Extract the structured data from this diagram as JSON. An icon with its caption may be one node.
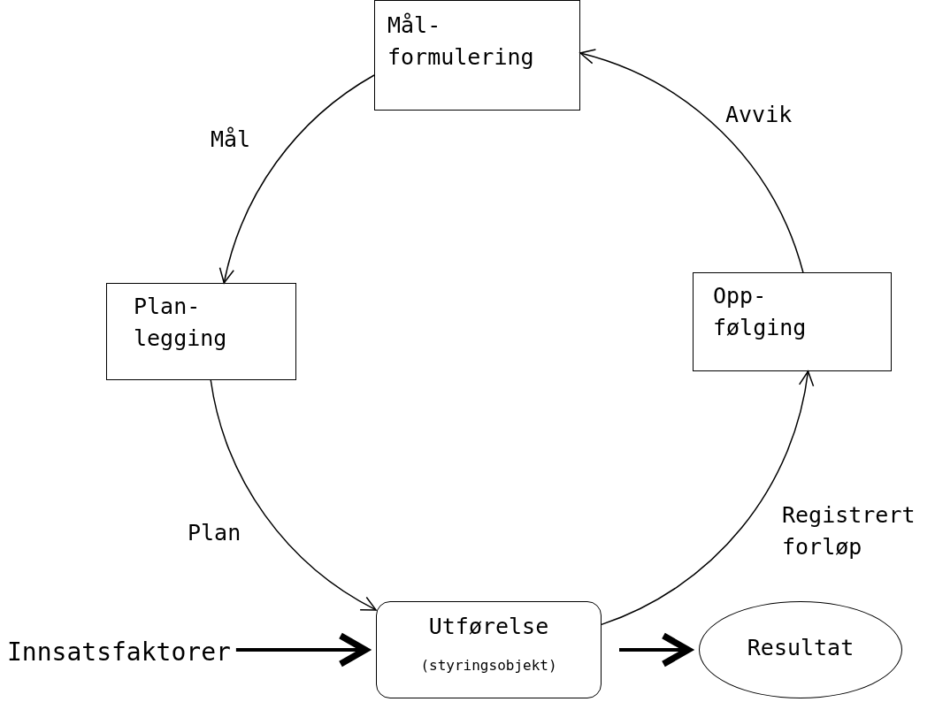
{
  "diagram": {
    "nodes": [
      {
        "text": [
          "Mål- formulering"
        ]
      },
      {
        "text": [
          "Plan- legging"
        ]
      },
      {
        "text": [
          "Opp- følging"
        ]
      },
      {
        "text": [
          "Utførelse",
          "(styringsobjekt)"
        ]
      },
      {
        "text": [
          "Resultat"
        ]
      },
      {
        "text": [
          "Innsatsfaktorer"
        ]
      }
    ],
    "edges": [
      {
        "from": 0,
        "to": 1,
        "arrow": "to",
        "label": "Mål"
      },
      {
        "from": 1,
        "to": 3,
        "arrow": "to",
        "label": "Plan"
      },
      {
        "from": 3,
        "to": 2,
        "arrow": "to",
        "label": "Registrert forløp"
      },
      {
        "from": 2,
        "to": 0,
        "arrow": "to",
        "label": "Avvik"
      },
      {
        "from": 5,
        "to": 3,
        "arrow": "to",
        "style": "thick"
      },
      {
        "from": 3,
        "to": 4,
        "arrow": "to",
        "style": "thick"
      }
    ]
  }
}
